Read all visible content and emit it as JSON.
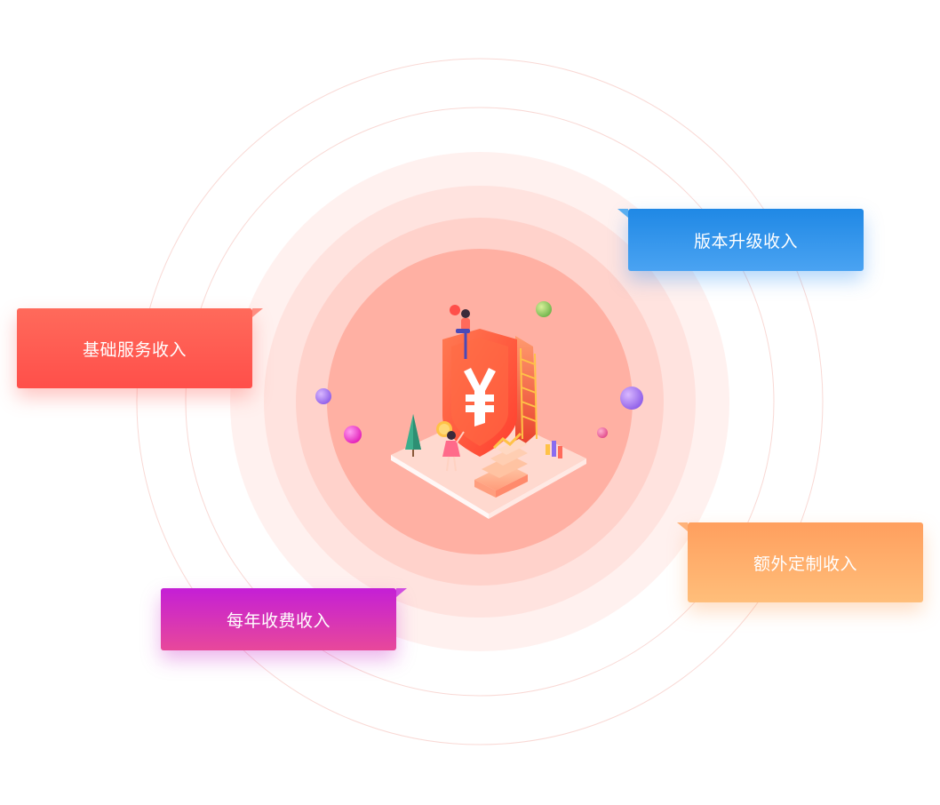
{
  "cards": {
    "basic": {
      "label": "基础服务收入"
    },
    "upgrade": {
      "label": "版本升级收入"
    },
    "custom": {
      "label": "额外定制收入"
    },
    "annual": {
      "label": "每年收费收入"
    }
  },
  "colors": {
    "basic": "#ff5a50",
    "upgrade": "#2b8ff0",
    "custom": "#ffad6a",
    "annual": "#d32fc4",
    "core": "#ffb4a6",
    "ring": "#f7c9c3"
  },
  "illustration": {
    "currency_symbol": "¥",
    "icons": [
      "shield-yen-icon",
      "coin-icon",
      "person-icon",
      "tree-icon",
      "ladder-icon",
      "staircase-icon",
      "bar-chart-icon"
    ]
  }
}
